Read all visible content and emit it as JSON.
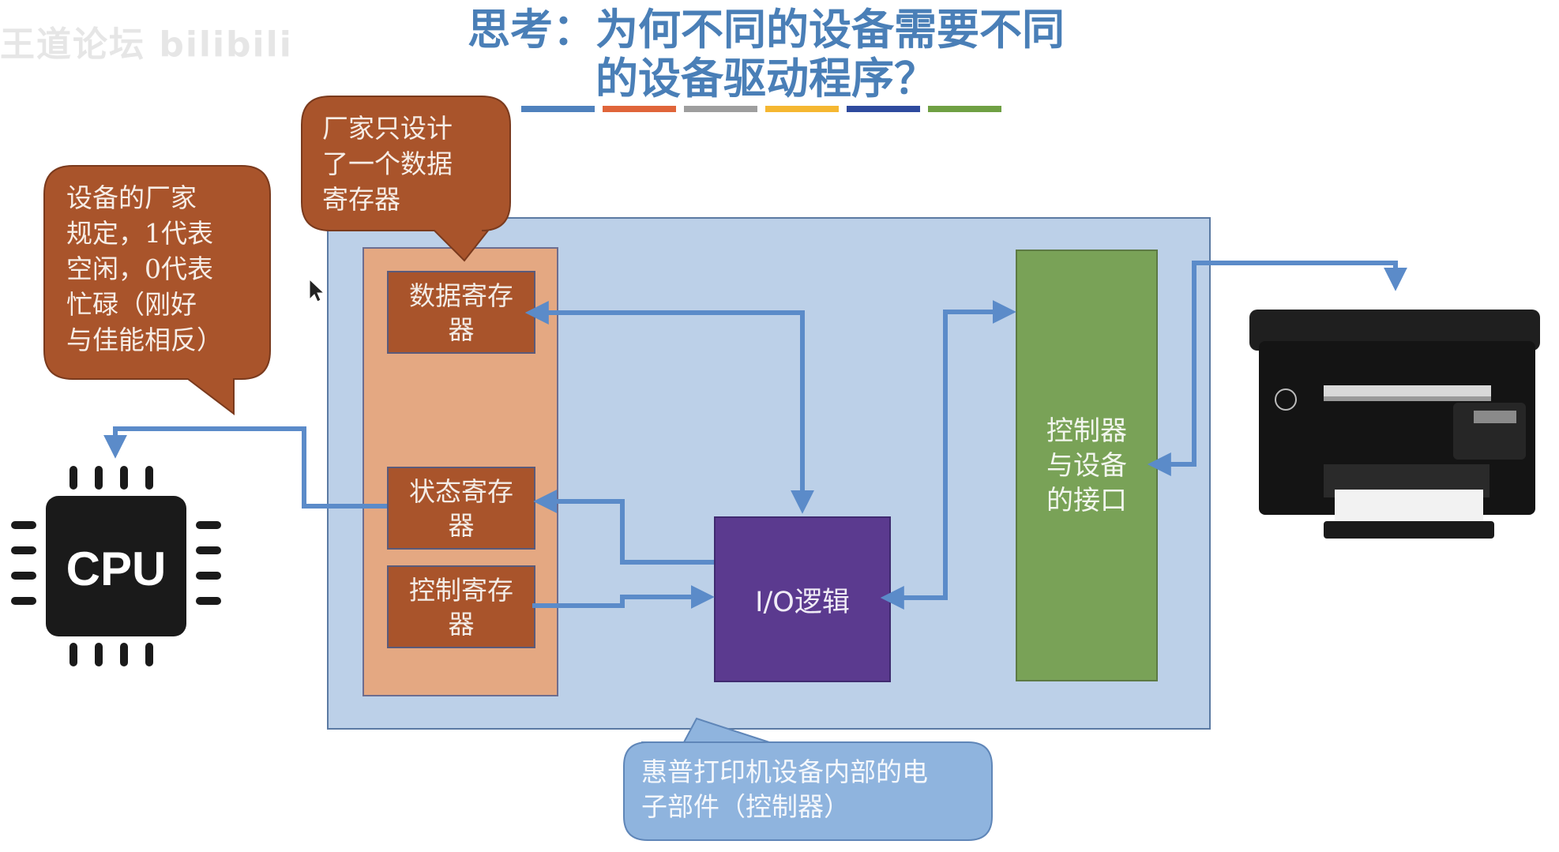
{
  "watermark": "王道论坛 bilibili",
  "title": {
    "line1": "思考：为何不同的设备需要不同",
    "line2": "的设备驱动程序？"
  },
  "title_bar_colors": [
    "#4f81bd",
    "#e0653a",
    "#9e9e9e",
    "#f5b731",
    "#2e4a9e",
    "#6fa043"
  ],
  "callouts": {
    "status_register_note": [
      "设备的厂家",
      "规定，1代表",
      "空闲，0代表",
      "忙碌（刚好",
      "与佳能相反）"
    ],
    "data_register_note": [
      "厂家只设计",
      "了一个数据",
      "寄存器"
    ],
    "controller_note": [
      "惠普打印机设备内部的电",
      "子部件（控制器）"
    ]
  },
  "registers": {
    "data": "数据寄存器",
    "status": "状态寄存器",
    "control": "控制寄存器"
  },
  "io_logic": "I/O逻辑",
  "interface": "控制器与设备的接口",
  "cpu_label": "CPU",
  "colors": {
    "panel": "#bcd0e8",
    "register_column": "#e4a882",
    "register": "#a9542b",
    "io_logic": "#5b3a8f",
    "interface": "#79a257",
    "arrow": "#5b8bc9",
    "callout_orange": "#a9542b",
    "callout_blue": "#8fb4de"
  }
}
